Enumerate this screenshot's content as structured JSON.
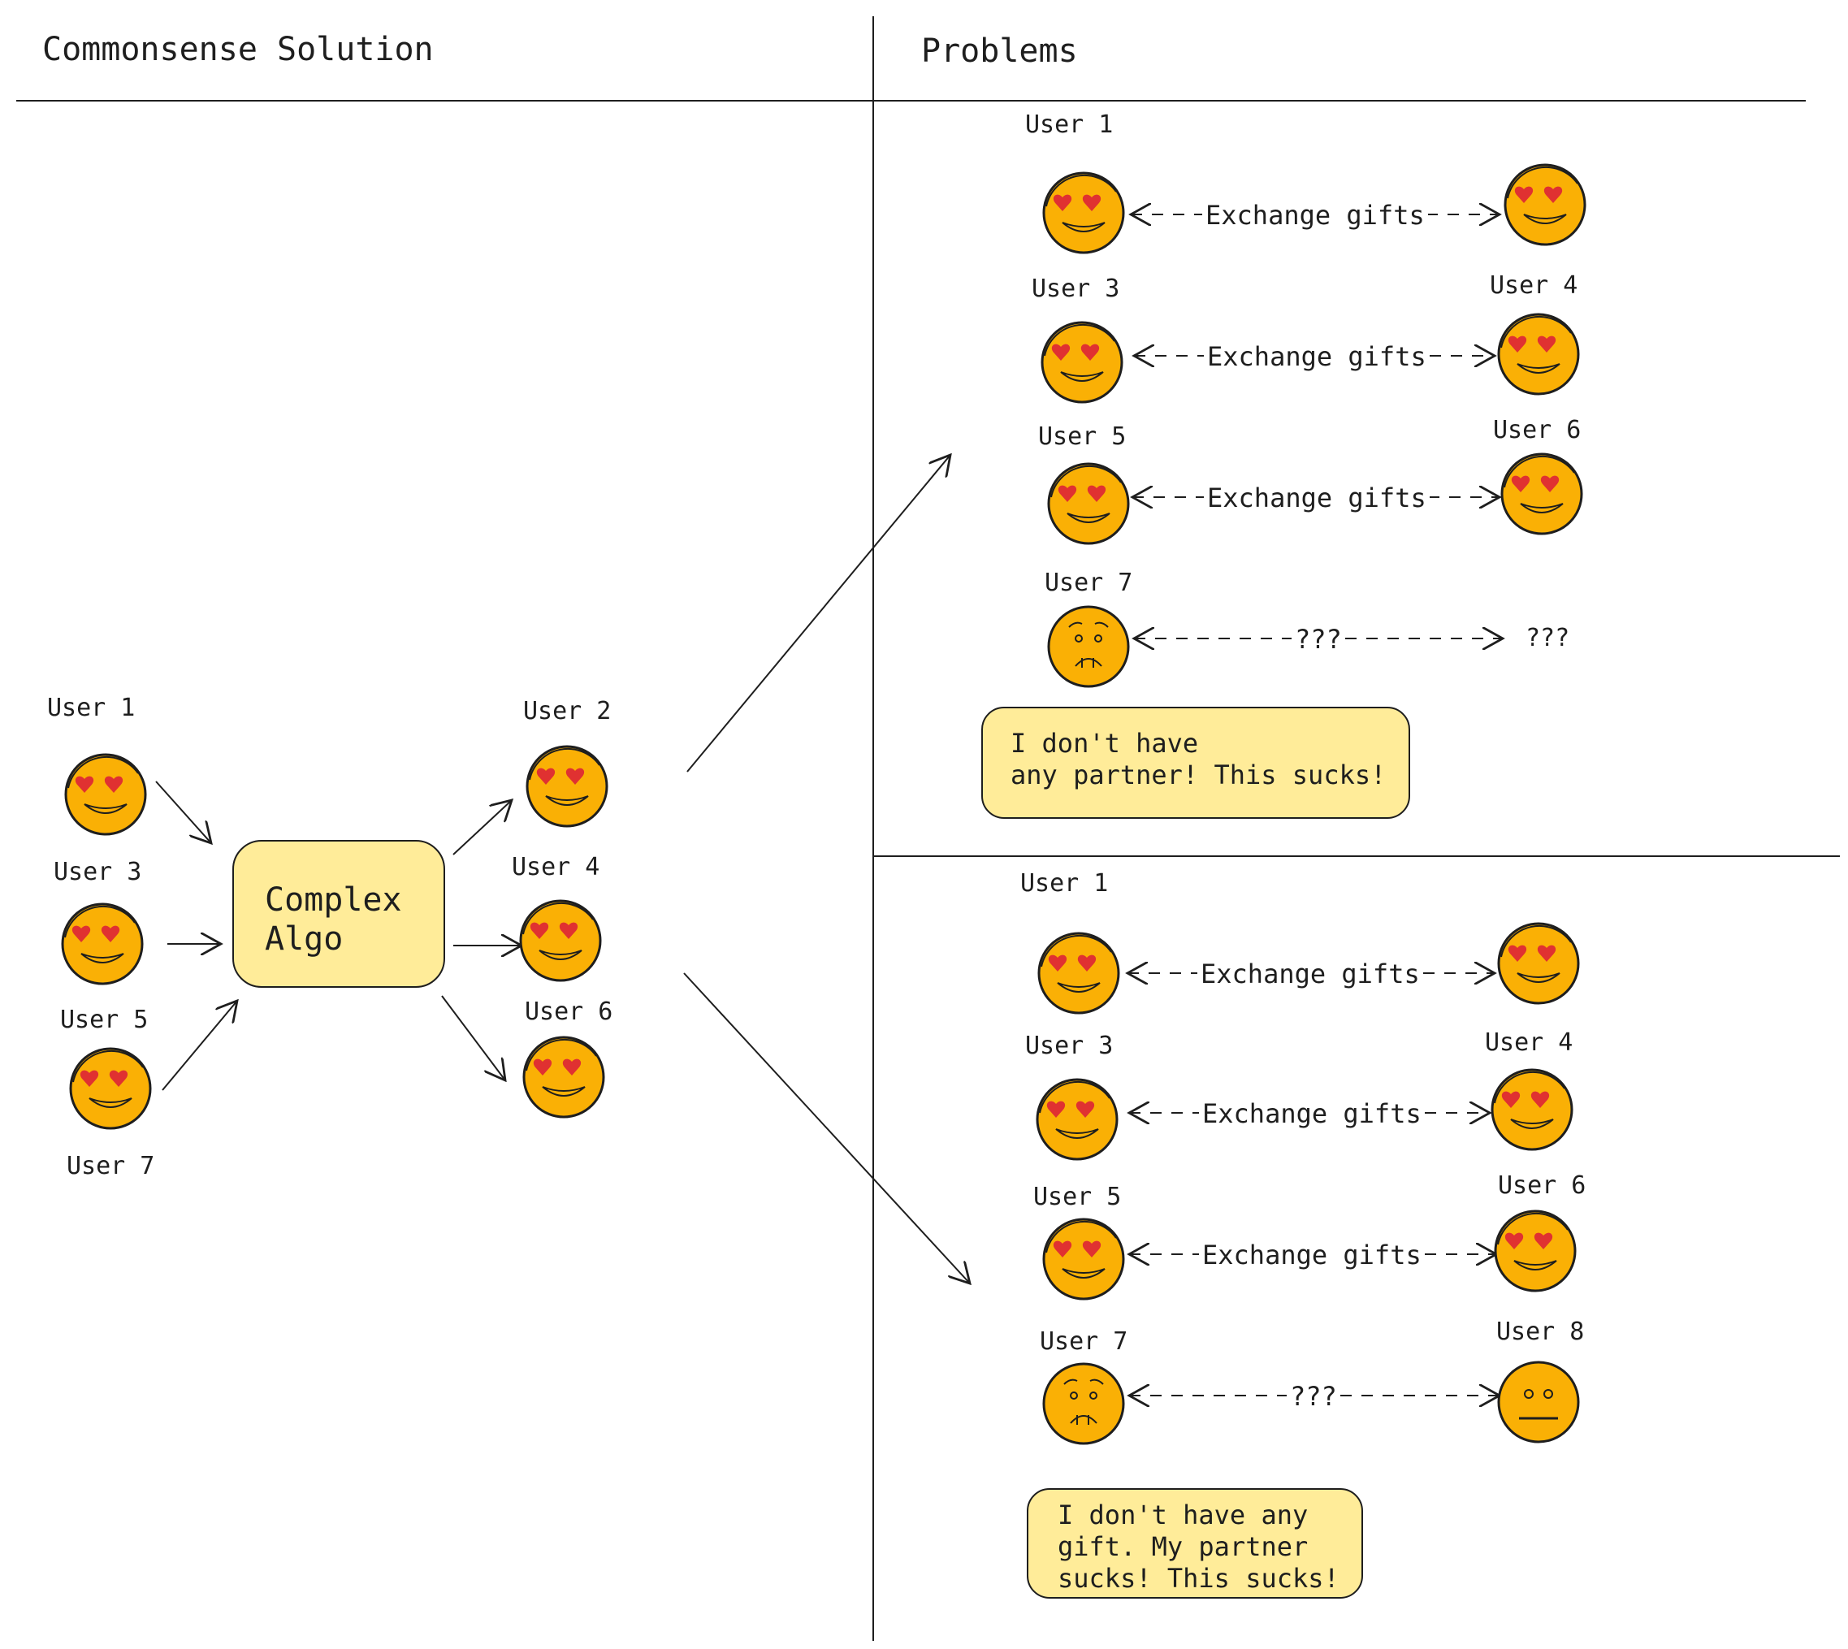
{
  "headings": {
    "left": "Commonsense Solution",
    "right": "Problems"
  },
  "left": {
    "users_in": [
      "User 1",
      "User 3",
      "User 5",
      "User 7"
    ],
    "users_out": [
      "User 2",
      "User 4",
      "User 6"
    ],
    "algo_label": "Complex\nAlgo"
  },
  "top_scenario": {
    "pairs": [
      {
        "left": "User 1",
        "right": "",
        "label": "Exchange gifts"
      },
      {
        "left": "User 3",
        "right": "User 4",
        "label": "Exchange gifts"
      },
      {
        "left": "User 5",
        "right": "User 6",
        "label": "Exchange gifts"
      },
      {
        "left": "User 7",
        "right": "???",
        "label": "???"
      }
    ],
    "note": "I don't have\nany partner! This sucks!"
  },
  "bottom_scenario": {
    "pairs": [
      {
        "left": "User 1",
        "right": "",
        "label": "Exchange gifts"
      },
      {
        "left": "User 3",
        "right": "User 4",
        "label": "Exchange gifts"
      },
      {
        "left": "User 5",
        "right": "User 6",
        "label": "Exchange gifts"
      },
      {
        "left": "User 7",
        "right": "User 8",
        "label": "???"
      }
    ],
    "note": "I don't have any\ngift. My partner\nsucks! This sucks!"
  },
  "colors": {
    "face_fill": "#fab005",
    "face_stroke": "#1e1e1e",
    "heart": "#e03131",
    "note_fill": "#ffec99",
    "line": "#1e1e1e"
  },
  "icons": {
    "happy": "heart-eyes-face-icon",
    "sad": "worried-face-icon",
    "neutral": "neutral-face-icon"
  }
}
